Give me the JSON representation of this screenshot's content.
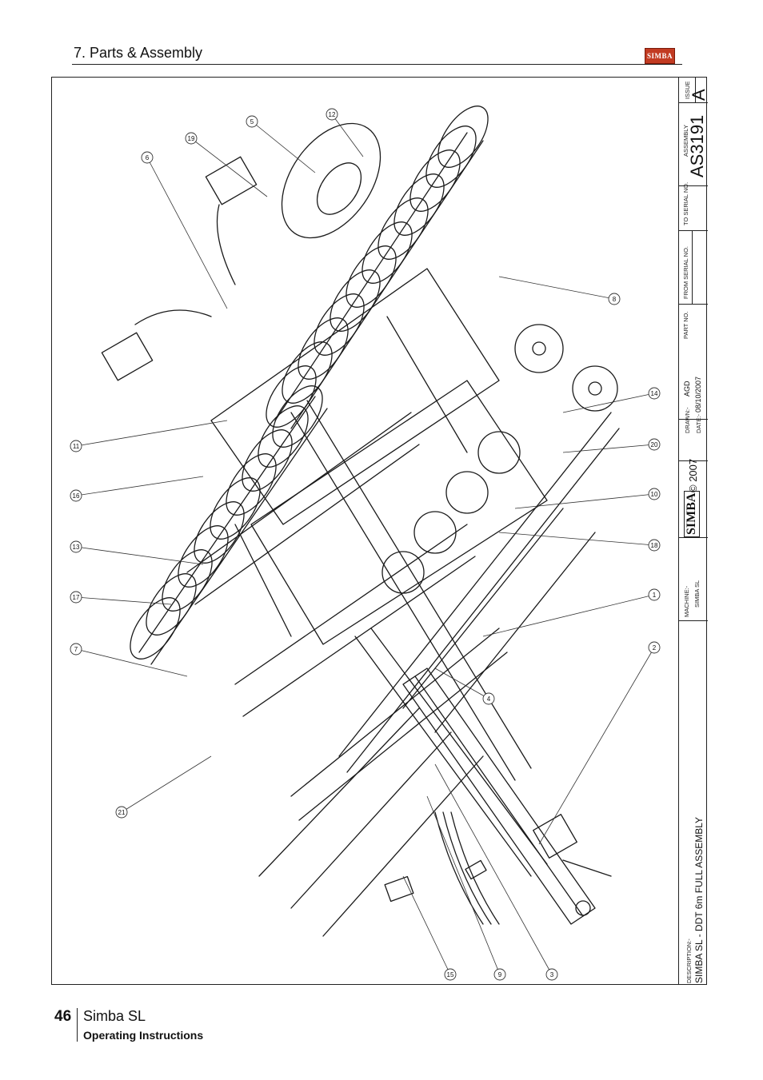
{
  "header": {
    "section_title": "7. Parts & Assembly",
    "logo_text": "SIMBA"
  },
  "title_block": {
    "issue_label": "ISSUE",
    "issue_value": "A",
    "assembly_label": "ASSEMBLY",
    "assembly_value": "AS3191",
    "to_serial_label": "TO SERIAL NO.",
    "from_serial_label": "FROM SERIAL NO.",
    "part_no_label": "PART NO.",
    "drawn_label": "DRAWN:-",
    "drawn_value": "AGD",
    "date_label": "DATE:-",
    "date_value": "08/10/2007",
    "brand": "SIMBA",
    "copyright": "© 2007",
    "machine_label": "MACHINE:-",
    "machine_value": "SIMBA SL",
    "description_label": "DESCRIPTION:-",
    "description_value": "SIMBA SL - DDT 6m FULL ASSEMBLY"
  },
  "callouts": [
    "1",
    "2",
    "3",
    "4",
    "5",
    "6",
    "7",
    "8",
    "9",
    "10",
    "11",
    "12",
    "13",
    "14",
    "15",
    "16",
    "17",
    "18",
    "19",
    "20",
    "21"
  ],
  "footer": {
    "page_number": "46",
    "product": "Simba SL",
    "subtitle": "Operating Instructions"
  },
  "colors": {
    "ink": "#111111",
    "logo_red": "#c23b22"
  }
}
